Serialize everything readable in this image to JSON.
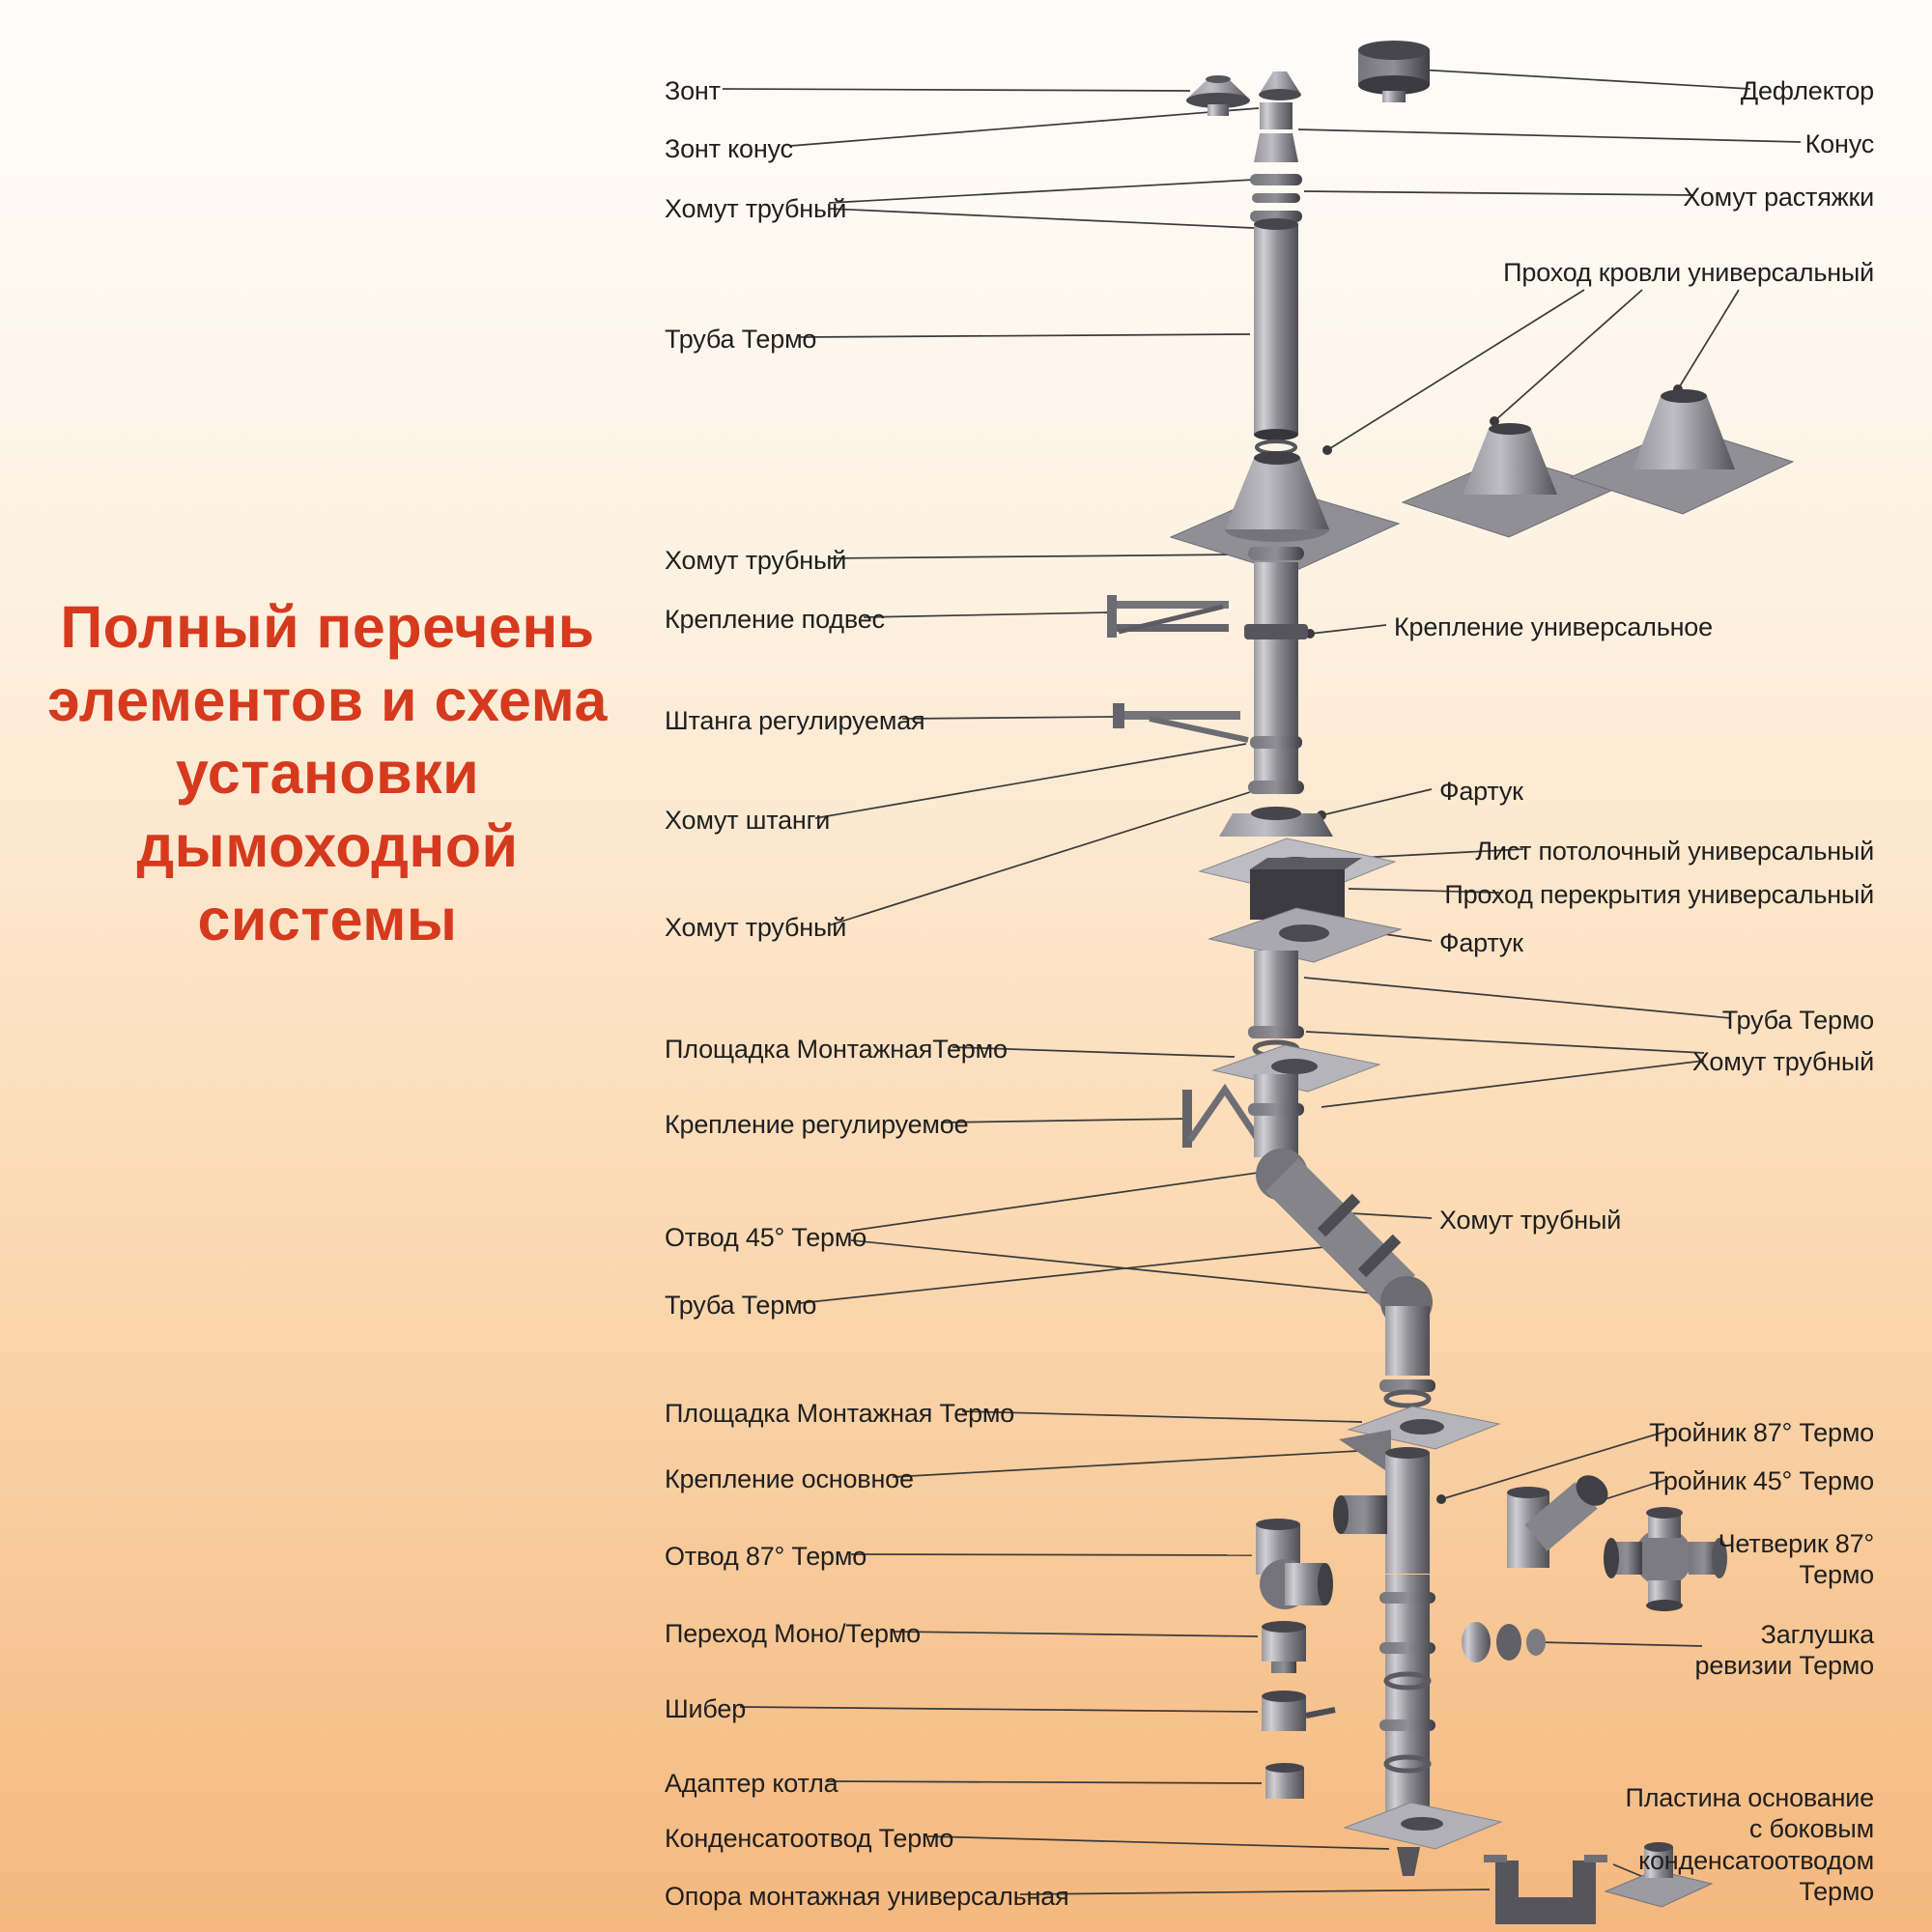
{
  "title": {
    "lines": [
      "Полный перечень",
      "элементов и схема",
      "установки",
      "дымоходной",
      "системы"
    ],
    "accent_color": "#d63a1e"
  },
  "labels": {
    "left": [
      "Зонт",
      "Зонт конус",
      "Хомут трубный",
      "Труба Термо",
      "Хомут трубный",
      "Крепление подвес",
      "Штанга регулируемая",
      "Хомут штанги",
      "Хомут трубный",
      "Площадка МонтажнаяТермо",
      "Крепление регулируемое",
      "Отвод 45° Термо",
      "Труба Термо",
      "Площадка Монтажная Термо",
      "Крепление основное",
      "Отвод 87° Термо",
      "Переход Моно/Термо",
      "Шибер",
      "Адаптер котла",
      "Конденсатоотвод Термо",
      "Опора монтажная универсальная"
    ],
    "right": [
      "Дефлектор",
      "Конус",
      "Хомут растяжки",
      "Проход кровли универсальный",
      "Крепление универсальное",
      "Фартук",
      "Лист потолочный универсальный",
      "Проход перекрытия универсальный",
      "Фартук",
      "Труба Термо",
      "Хомут трубный",
      "Хомут трубный",
      "Тройник 87° Термо",
      "Тройник 45° Термо",
      "Четверик 87°\nТермо",
      "Заглушка\nревизии Термо",
      "Пластина основание\nс боковым\nконденсатоотводом\nТермо"
    ]
  }
}
